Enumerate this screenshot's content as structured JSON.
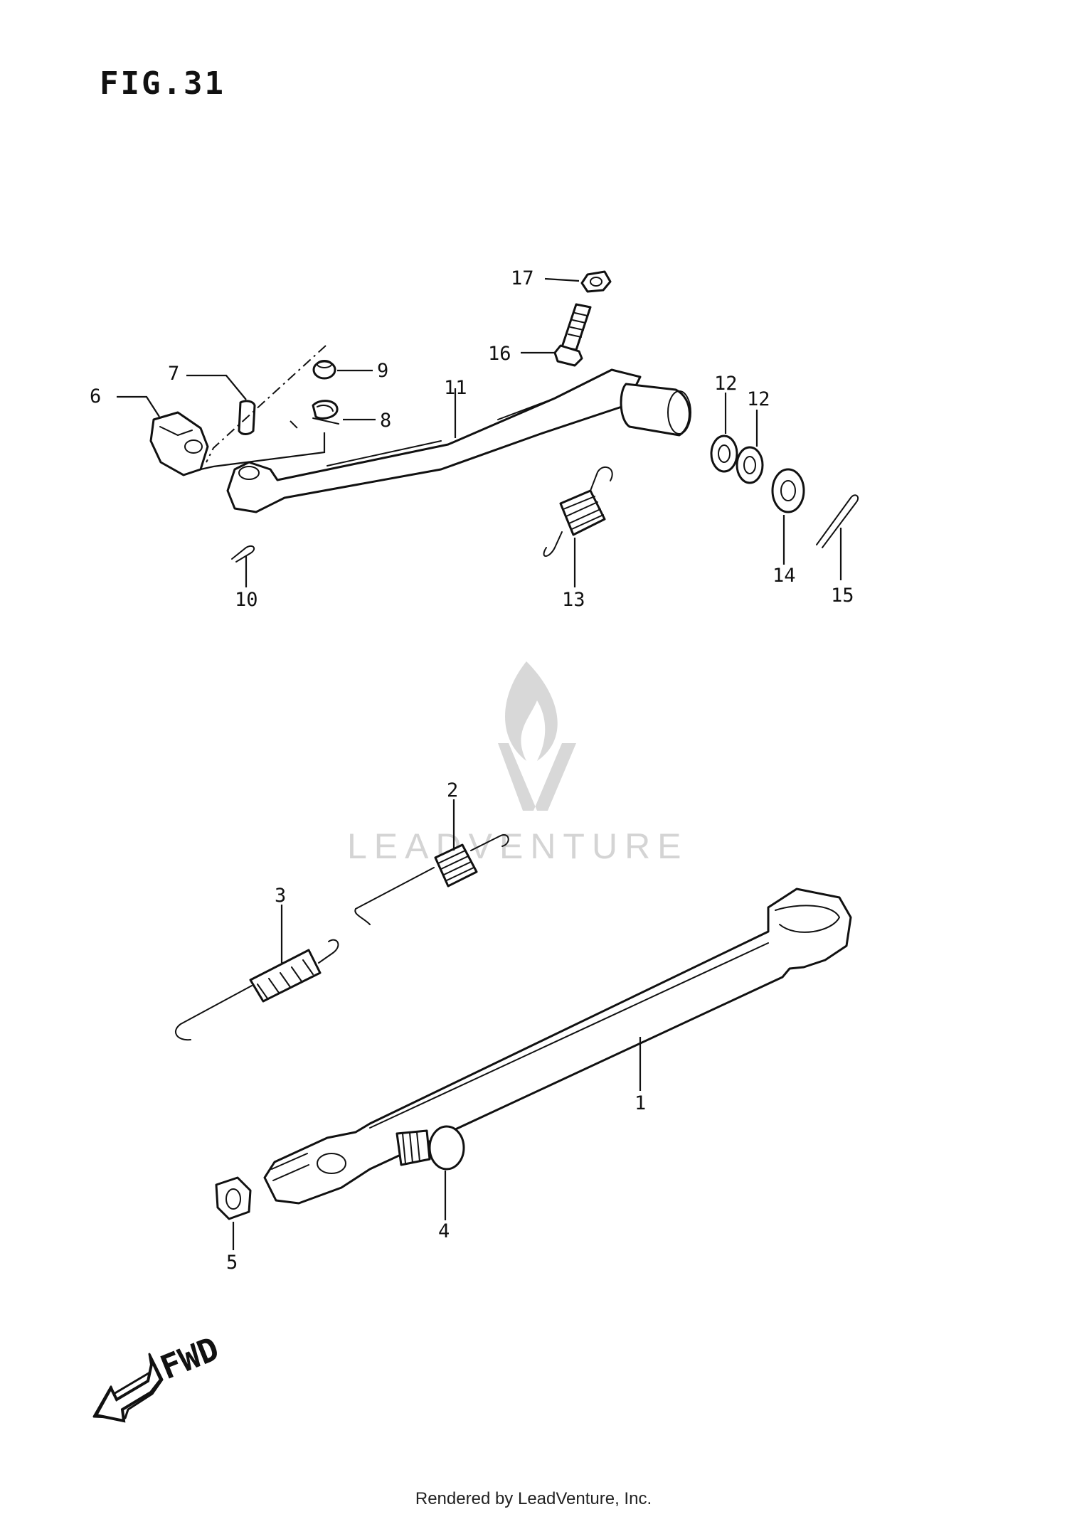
{
  "figure": {
    "title": "FIG.31",
    "fwd": "FWD"
  },
  "callouts": {
    "1": "1",
    "2": "2",
    "3": "3",
    "4": "4",
    "5": "5",
    "6": "6",
    "7": "7",
    "8": "8",
    "9": "9",
    "10": "10",
    "11": "11",
    "12a": "12",
    "12b": "12",
    "13": "13",
    "14": "14",
    "15": "15",
    "16": "16",
    "17": "17"
  },
  "watermark": {
    "text": "LEADVENTURE"
  },
  "footer": {
    "text": "Rendered by LeadVenture, Inc."
  }
}
